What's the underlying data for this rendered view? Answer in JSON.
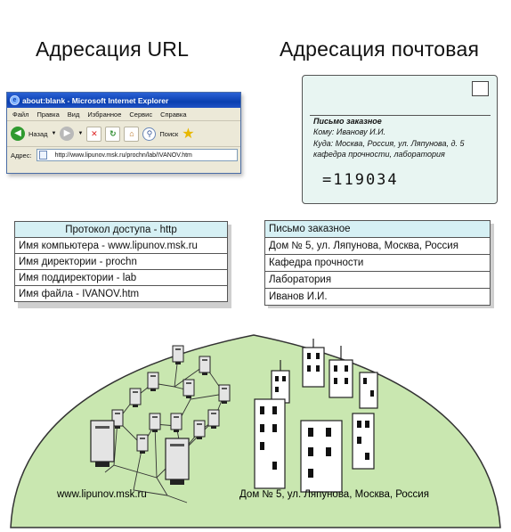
{
  "titles": {
    "url": "Адресация URL",
    "mail": "Адресация почтовая"
  },
  "browser": {
    "window_title": "about:blank - Microsoft Internet Explorer",
    "menu": [
      "Файл",
      "Правка",
      "Вид",
      "Избранное",
      "Сервис",
      "Справка"
    ],
    "back_label": "Назад",
    "search_label": "Поиск",
    "address_label": "Адрес:",
    "address_value": "http://www.lipunov.msk.ru/prochn/lab/IVANOV.htm"
  },
  "envelope": {
    "line1": "Письмо заказное",
    "line2": "Кому: Иванову И.И.",
    "line3": "Куда: Москва, Россия, ул. Ляпунова, д. 5",
    "line4": "кафедра прочности, лаборатория",
    "zip": "=119034"
  },
  "url_table": {
    "header": "Протокол доступа - http",
    "rows": [
      "Имя компьютера - www.lipunov.msk.ru",
      "Имя директории - prochn",
      "Имя поддиректории - lab",
      "Имя файла - IVANOV.htm"
    ]
  },
  "mail_table": {
    "header": "Письмо заказное",
    "rows": [
      "Дом № 5, ул. Ляпунова, Москва, Россия",
      "Кафедра прочности",
      "Лаборатория",
      "Иванов И.И."
    ]
  },
  "dome": {
    "left_label": "www.lipunov.msk.ru",
    "right_label": "Дом № 5, ул. Ляпунова, Москва, Россия",
    "fill_color": "#c9e7b0"
  }
}
